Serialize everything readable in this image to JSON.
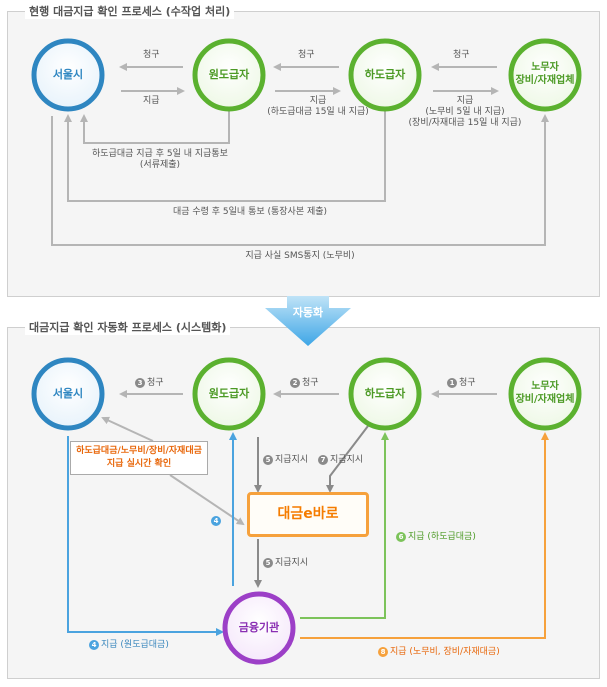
{
  "top": {
    "title": "현행 대금지급 확인 프로세스 (수작업 처리)",
    "nodes": {
      "seoul": "서울시",
      "prime": "원도급자",
      "sub": "하도급자",
      "worker_line1": "노무자",
      "worker_line2": "장비/자재업체"
    },
    "labels": {
      "claim1": "청구",
      "claim2": "청구",
      "claim3": "청구",
      "pay1": "지급",
      "pay2": "지급",
      "pay2_note": "(하도급대금 15일 내 지급)",
      "pay3": "지급",
      "pay3_note1": "(노무비 5일 내 지급)",
      "pay3_note2": "(장비/자재대금 15일 내 지급)",
      "notice1": "하도급대금 지급 후 5일 내 지급통보",
      "notice1_note": "(서류제출)",
      "notice2": "대금 수령 후 5일내 통보 (통장사본 제출)",
      "sms": "지급 사실 SMS통지 (노무비)"
    }
  },
  "transition": "자동화",
  "bottom": {
    "title": "대금지급 확인 자동화 프로세스 (시스템화)",
    "nodes": {
      "seoul": "서울시",
      "prime": "원도급자",
      "sub": "하도급자",
      "worker_line1": "노무자",
      "worker_line2": "장비/자재업체",
      "ebaro": "대금e바로",
      "bank": "금융기관"
    },
    "check_box": {
      "line1": "하도급대금/노무비/장비/자재대금",
      "line2": "지급 실시간 확인"
    },
    "steps": {
      "s1": {
        "num": "1",
        "text": "청구"
      },
      "s2": {
        "num": "2",
        "text": "청구"
      },
      "s3": {
        "num": "3",
        "text": "청구"
      },
      "s4a": {
        "num": "4",
        "text": ""
      },
      "s4b": {
        "num": "4",
        "text": "지급 (원도급대금)"
      },
      "s5a": {
        "num": "5",
        "text": "지급지시"
      },
      "s5b": {
        "num": "5",
        "text": "지급지시"
      },
      "s6": {
        "num": "6",
        "text": "지급 (하도급대금)"
      },
      "s7": {
        "num": "7",
        "text": "지급지시"
      },
      "s8": {
        "num": "8",
        "text": "지급 (노무비, 장비/자재대금)"
      }
    }
  },
  "colors": {
    "blue": "#2e86c1",
    "green": "#5bb12f",
    "purple": "#9c3fc7",
    "orange": "#f6a13c",
    "gray_arrow": "#bdbdbd",
    "light_blue": "#4aa3df",
    "light_green": "#7cc35a"
  }
}
